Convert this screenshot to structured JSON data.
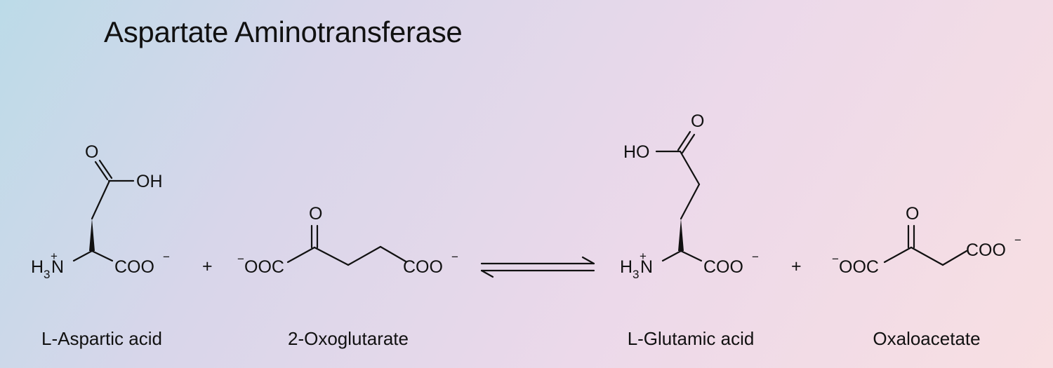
{
  "title": "Aspartate Aminotransferase",
  "compounds": [
    {
      "name": "L-Aspartic acid"
    },
    {
      "name": "2-Oxoglutarate"
    },
    {
      "name": "L-Glutamic acid"
    },
    {
      "name": "Oxaloacetate"
    }
  ],
  "atoms": {
    "O": "O",
    "OH": "OH",
    "HO": "HO",
    "H3N_H": "H",
    "H3N_sub": "3",
    "H3N_N": "N",
    "plus_charge": "+",
    "minus_charge": "−",
    "COO": "COO",
    "OOC": "OOC"
  },
  "operators": {
    "plus": "+",
    "equilibrium": "⇌"
  }
}
